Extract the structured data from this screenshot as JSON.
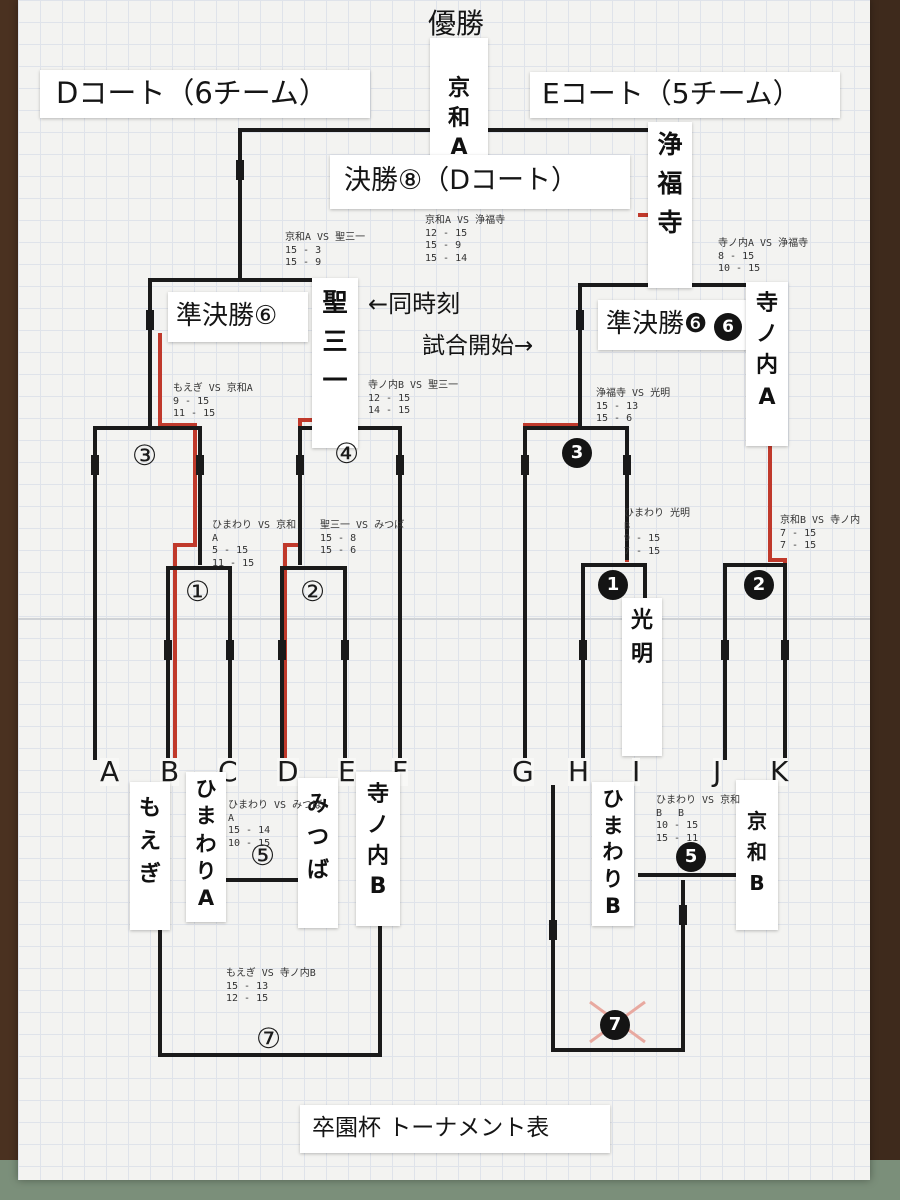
{
  "winner_label": "優勝",
  "winner_team": "京\n和\nA",
  "court_d_title": "Dコート（6チーム）",
  "court_e_title": "Eコート（5チーム）",
  "final_title": "決勝⑧（Dコート）",
  "semifinal_left_title": "準決勝⑥",
  "semifinal_right_title": "準決勝❻",
  "simultaneous_note": "←同時刻",
  "start_note": "試合開始→",
  "cards": {
    "seisanichi": "聖\n三\n一",
    "jofukuji": "浄\n福\n寺",
    "teranouchi_a": "寺\nノ\n内\nA",
    "komyo": "光\n明",
    "moegi": "も\nえ\nぎ",
    "himawari_a": "ひ\nま\nわ\nり\nA",
    "mitsuba": "み\nつ\nば",
    "teranouchi_b": "寺\nノ\n内\nB",
    "himawari_b": "ひ\nま\nわ\nり\nB",
    "kyowa_b": "京\n和\nB"
  },
  "slots": [
    "A",
    "B",
    "C",
    "D",
    "E",
    "F",
    "G",
    "H",
    "I",
    "J",
    "K"
  ],
  "match_numbers": {
    "m1": "①",
    "m2": "②",
    "m3": "③",
    "m4": "④",
    "m5": "⑤",
    "m7": "⑦",
    "e1": "1",
    "e2": "2",
    "e3": "3",
    "e5": "5",
    "e6": "6",
    "e7": "7"
  },
  "scores": {
    "final": "京和A VS 浄福寺\n12 - 15\n15 - 9\n15 - 14",
    "semi_left": "京和A VS 聖三一\n15 - 3\n15 - 9",
    "semi_right": "寺ノ内A VS 浄福寺\n8 - 15\n10 - 15",
    "m3": "もえぎ VS 京和A\n9 - 15\n11 - 15",
    "m4": "寺ノ内B VS 聖三一\n12 - 15\n14 - 15",
    "m1": "ひまわり VS 京和\nA\n5 - 15\n11 - 15",
    "m2": "聖三一 VS みつば\n15 - 8\n15 - 6",
    "m5": "ひまわり VS みつば\nA\n15 - 14\n10 - 15",
    "m7": "もえぎ VS 寺ノ内B\n15 - 13\n12 - 15",
    "e3": "浄福寺 VS 光明\n15 - 13\n15 - 6",
    "e1": "ひまわり 光明\nB\n9 - 15\n7 - 15",
    "e2": "京和B VS 寺ノ内\n7 - 15\n7 - 15",
    "e5": "ひまわり VS 京和\nB　 B\n10 - 15\n15 - 11"
  },
  "footer": "卒園杯 トーナメント表",
  "colors": {
    "paper": "#f3f3f1",
    "grid": "#dfe3ea",
    "line": "#1a1a1a",
    "winner_mark": "#c0392b"
  }
}
